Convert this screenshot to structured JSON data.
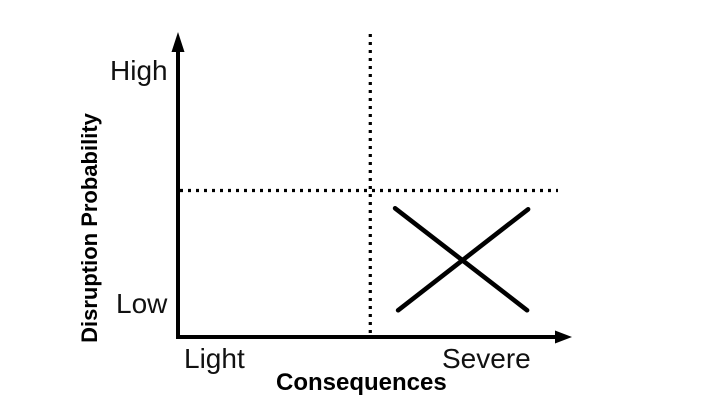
{
  "chart_data": {
    "type": "scatter",
    "title": "",
    "xlabel": "Consequences",
    "ylabel": "Disruption Probability",
    "x_tick_labels": [
      "Light",
      "Severe"
    ],
    "y_tick_labels": [
      "Low",
      "High"
    ],
    "xlim": [
      0,
      1
    ],
    "ylim": [
      0,
      1
    ],
    "grid": false,
    "legend": false,
    "axes_style": "solid black with arrowheads at high ends",
    "quadrant_dividers": {
      "vertical_x": 0.506,
      "horizontal_y": 0.49,
      "line_style": "dotted"
    },
    "points": [
      {
        "x": 0.745,
        "y": 0.26,
        "marker": "x",
        "quadrant": "lower-right (severe consequences, low disruption probability)"
      }
    ]
  },
  "labels": {
    "y_axis_title": "Disruption Probability",
    "x_axis_title": "Consequences",
    "y_tick_high": "High",
    "y_tick_low": "Low",
    "x_tick_light": "Light",
    "x_tick_severe": "Severe"
  },
  "colors": {
    "ink": "#000000",
    "background": "#ffffff"
  }
}
